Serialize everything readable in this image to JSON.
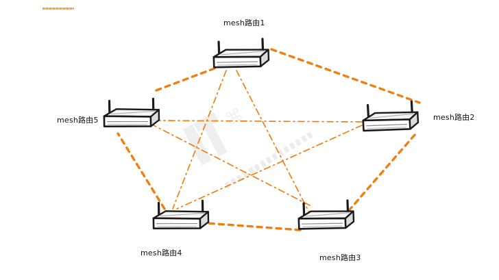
{
  "diagram": {
    "colors": {
      "link": "#f07f10",
      "router_stroke": "#1a1a1a",
      "watermark": "#e6e6e6"
    },
    "nodes": [
      {
        "id": "r1",
        "label": "mesh路由1"
      },
      {
        "id": "r2",
        "label": "mesh路由2"
      },
      {
        "id": "r3",
        "label": "mesh路由3"
      },
      {
        "id": "r4",
        "label": "mesh路由4"
      },
      {
        "id": "r5",
        "label": "mesh路由5"
      }
    ],
    "links": [
      {
        "from": "r1",
        "to": "r2",
        "style": "dashed-bold"
      },
      {
        "from": "r2",
        "to": "r3",
        "style": "dashed-bold"
      },
      {
        "from": "r3",
        "to": "r4",
        "style": "dashed-bold"
      },
      {
        "from": "r4",
        "to": "r5",
        "style": "dashed-bold"
      },
      {
        "from": "r5",
        "to": "r1",
        "style": "dashed-bold"
      },
      {
        "from": "r1",
        "to": "r3",
        "style": "dash-dot"
      },
      {
        "from": "r1",
        "to": "r4",
        "style": "dash-dot"
      },
      {
        "from": "r2",
        "to": "r4",
        "style": "dash-dot"
      },
      {
        "from": "r2",
        "to": "r5",
        "style": "dash-dot"
      },
      {
        "from": "r3",
        "to": "r5",
        "style": "dash-dot"
      }
    ],
    "router_icon": "router-icon"
  }
}
